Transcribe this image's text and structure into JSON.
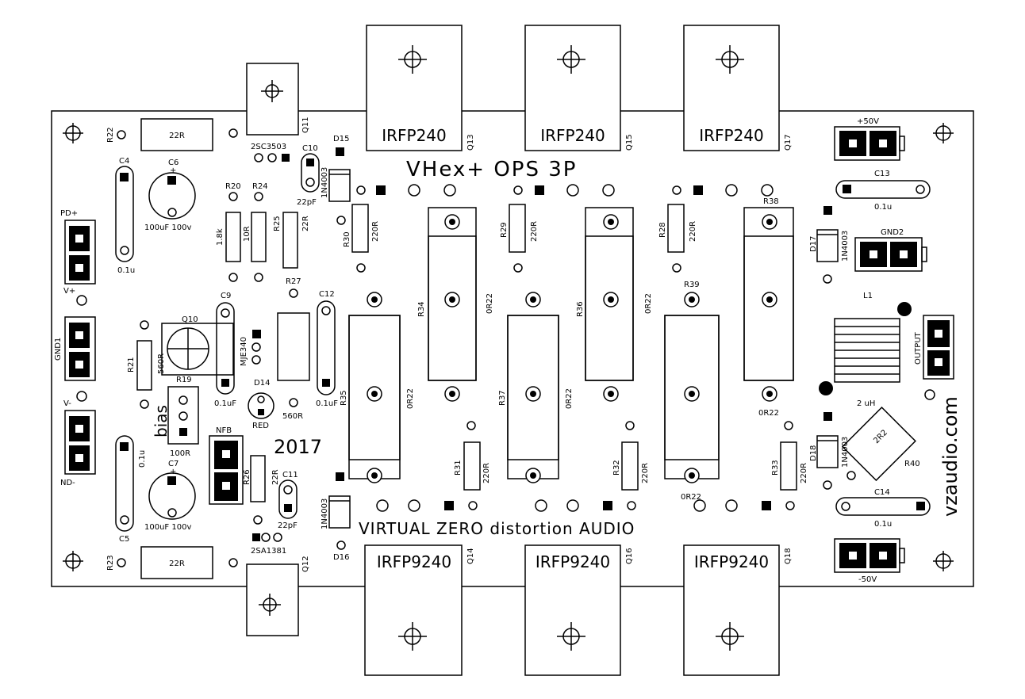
{
  "texts": {
    "title": "VHex+ OPS 3P",
    "footer": "VIRTUAL ZERO distortion AUDIO",
    "year": "2017",
    "website": "vzaudio.com",
    "bias": "bias",
    "q_top": [
      "IRFP240",
      "IRFP240",
      "IRFP240"
    ],
    "q_bottom": [
      "IRFP9240",
      "IRFP9240",
      "IRFP9240"
    ],
    "q_top_ref": [
      "Q13",
      "Q15",
      "Q17"
    ],
    "q_bottom_ref": [
      "Q14",
      "Q16",
      "Q18"
    ],
    "res_22r": "22R",
    "l_p50v": "+50V",
    "l_m50v": "-50V",
    "l_gnd2": "GND2",
    "l_output": "OUTPUT",
    "l_l1": "L1",
    "l_2uh": "2 uH",
    "l_2r2": "2R2",
    "l_r40": "R40",
    "l_c13": "C13",
    "l_c14": "C14",
    "l_01u": "0.1u",
    "l_d17": "D17",
    "l_d18": "D18",
    "l_1n4003": "1N4003",
    "l_r38": "R38",
    "l_r39": "R39",
    "l_0r22": "0R22",
    "l_r34": "R34",
    "l_r35": "R35",
    "l_r36": "R36",
    "l_r37": "R37",
    "l_r28": "R28",
    "l_r29": "R29",
    "l_r30": "R30",
    "l_r31": "R31",
    "l_r32": "R32",
    "l_r33": "R33",
    "l_220r": "220R",
    "l_pdp": "PD+",
    "l_vp": "V+",
    "l_gnd1": "GND1",
    "l_vm": "V-",
    "l_ndm": "ND-",
    "l_r22": "R22",
    "l_r23": "R23",
    "l_c4": "C4",
    "l_c5": "C5",
    "l_c6": "C6",
    "l_c7": "C7",
    "l_100uf": "100uF 100v",
    "l_q11": "Q11",
    "l_q12": "Q12",
    "l_2sc": "2SC3503",
    "l_2sa": "2SA1381",
    "l_c10": "C10",
    "l_c11": "C11",
    "l_22pf": "22pF",
    "l_d15": "D15",
    "l_d16": "D16",
    "l_r20": "R20",
    "l_r24": "R24",
    "l_r25": "R25",
    "l_r26": "R26",
    "l_r27": "R27",
    "l_1k8": "1.8k",
    "l_10r": "10R",
    "l_q10": "Q10",
    "l_mje": "MJE340",
    "l_c9": "C9",
    "l_c12": "C12",
    "l_01uf": "0.1uF",
    "l_d14": "D14",
    "l_red": "RED",
    "l_560r": "560R",
    "l_r21": "R21",
    "l_r19": "R19",
    "l_100r": "100R",
    "l_nfb": "NFB"
  }
}
